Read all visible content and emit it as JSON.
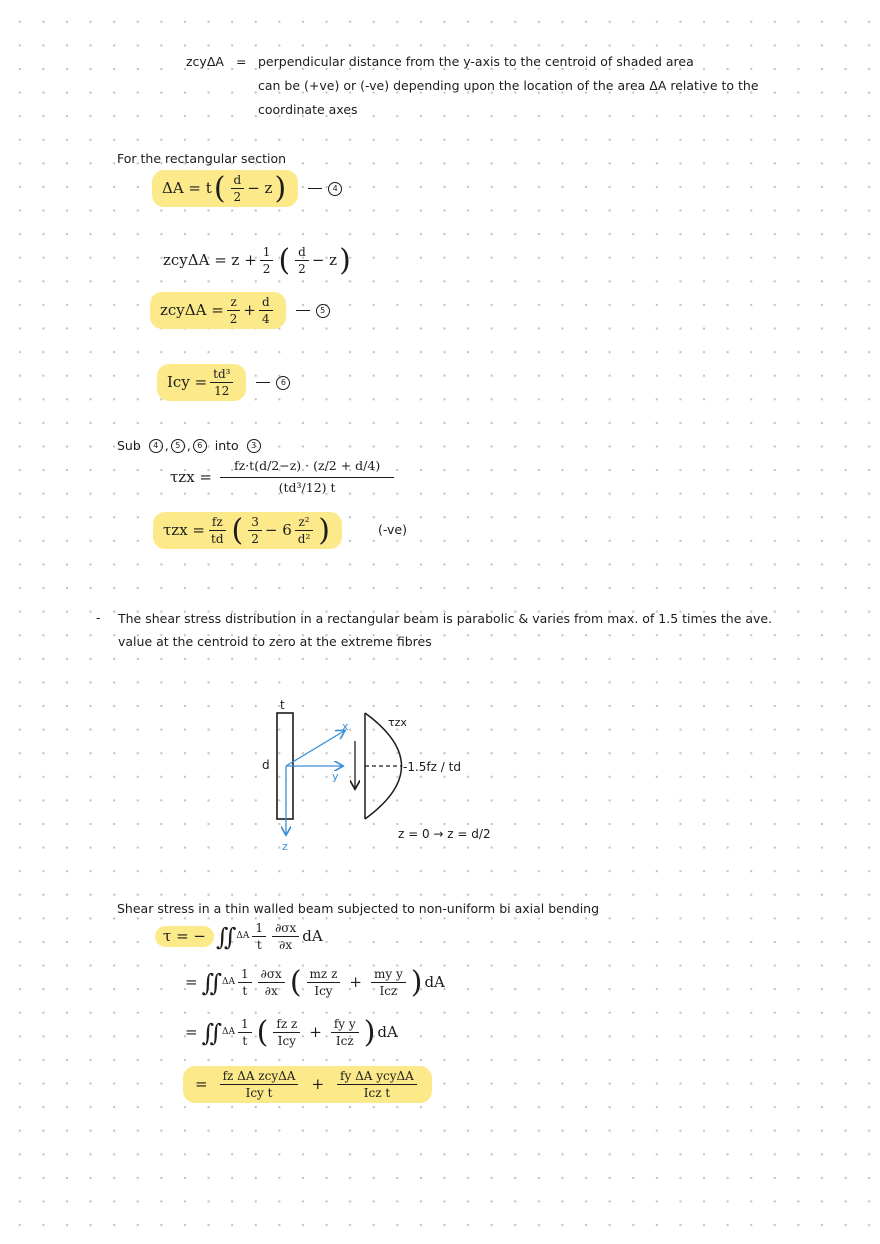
{
  "def": {
    "symbol": "zcyΔA",
    "equals": "=",
    "line1": "perpendicular distance from the y-axis to the centroid of shaded area",
    "line2": "can be (+ve) or (-ve) depending upon the location of the area ΔA relative to the",
    "line3": "coordinate axes"
  },
  "rect_heading": "For the rectangular section",
  "eq4": {
    "lhs": "ΔA = t",
    "num": "d",
    "den": "2",
    "rest": "− z",
    "tag": "4"
  },
  "eq_zc": {
    "lhs": "zcyΔA = z +",
    "half_num": "1",
    "half_den": "2",
    "num": "d",
    "den": "2",
    "rest": "− z"
  },
  "eq5": {
    "lhs": "zcyΔA =",
    "a_num": "z",
    "a_den": "2",
    "plus": "+",
    "b_num": "d",
    "b_den": "4",
    "tag": "5"
  },
  "eq6": {
    "lhs": "Icy =",
    "num": "td³",
    "den": "12",
    "tag": "6"
  },
  "sub": {
    "text1": "Sub",
    "t4": "4",
    "t5": "5",
    "t6": "6",
    "into": "into",
    "t3": "3"
  },
  "eq_tau": {
    "lhs": "τzx =",
    "num": "fz·t(d/2−z) · (z/2 + d/4)",
    "den": "(td³/12) t"
  },
  "eq_tau2": {
    "lhs": "τzx =",
    "f_num": "fz",
    "f_den": "td",
    "a_num": "3",
    "a_den": "2",
    "mid": "− 6",
    "b_num": "z²",
    "b_den": "d²",
    "note": "(-ve)"
  },
  "bullet": {
    "dash": "-",
    "line1": "The shear stress distribution in a rectangular beam is parabolic & varies from max. of 1.5 times the ave.",
    "line2": "value at the centroid to zero at the extreme fibres"
  },
  "diagram": {
    "t_label": "t",
    "d_label": "d",
    "x_label": "x",
    "y_label": "y",
    "z_label": "z",
    "tau_label": "τzx",
    "max_label": "-1.5fz / td",
    "range_label": "z = 0 → z = d/2"
  },
  "thin_heading": "Shear stress in a thin walled beam subjected to non-uniform bi axial bending",
  "eq_s1": {
    "lhs": "τ = −",
    "region": "ΔA",
    "k_num": "1",
    "k_den": "t",
    "d_num": "∂σx",
    "d_den": "∂x",
    "dA": "dA"
  },
  "eq_s2": {
    "eq": "=",
    "region": "ΔA",
    "k_num": "1",
    "k_den": "t",
    "d_num": "∂σx",
    "d_den": "∂x",
    "a_num": "mz z",
    "a_den": "Icy",
    "plus": "+",
    "b_num": "my y",
    "b_den": "Icz",
    "dA": "dA"
  },
  "eq_s3": {
    "eq": "=",
    "region": "ΔA",
    "k_num": "1",
    "k_den": "t",
    "a_num": "fz z",
    "a_den": "Icy",
    "plus": "+",
    "b_num": "fy y",
    "b_den": "Icz",
    "dA": "dA"
  },
  "eq_s4": {
    "eq": "=",
    "a_num": "fz ΔA zcyΔA",
    "a_den": "Icy t",
    "plus": "+",
    "b_num": "fy ΔA ycyΔA",
    "b_den": "Icz t"
  },
  "colors": {
    "highlight": "#fbe98a",
    "axis_blue": "#3b8fd6",
    "ink": "#1c1c1c"
  }
}
